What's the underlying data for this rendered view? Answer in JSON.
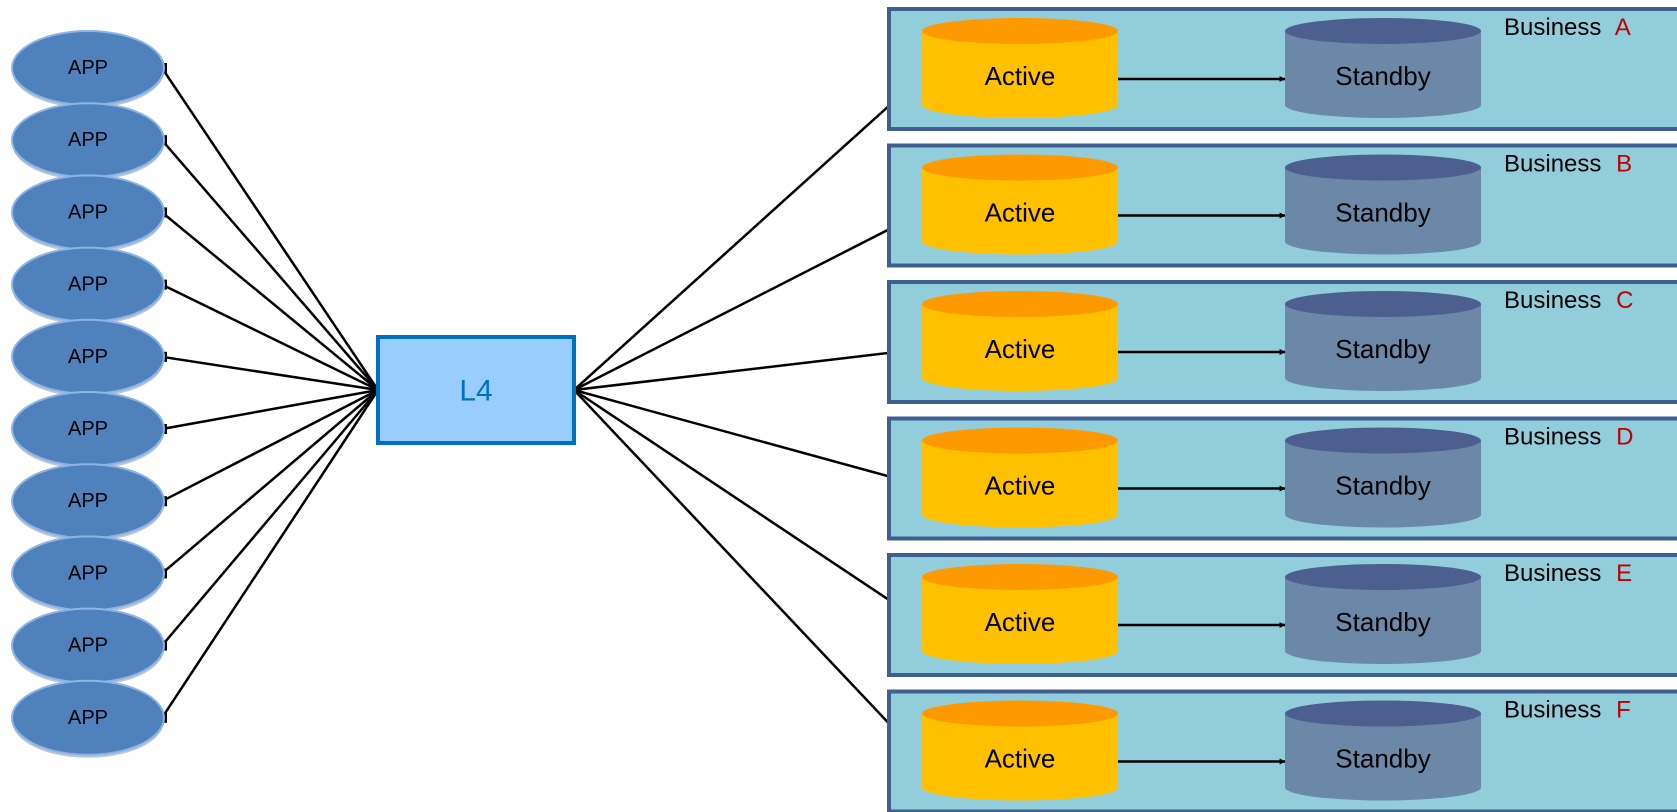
{
  "apps": [
    {
      "label": "APP"
    },
    {
      "label": "APP"
    },
    {
      "label": "APP"
    },
    {
      "label": "APP"
    },
    {
      "label": "APP"
    },
    {
      "label": "APP"
    },
    {
      "label": "APP"
    },
    {
      "label": "APP"
    },
    {
      "label": "APP"
    },
    {
      "label": "APP"
    }
  ],
  "load_balancer": {
    "label": "L4"
  },
  "businesses": [
    {
      "prefix": "Business",
      "letter": "A",
      "active": "Active",
      "standby": "Standby"
    },
    {
      "prefix": "Business",
      "letter": "B",
      "active": "Active",
      "standby": "Standby"
    },
    {
      "prefix": "Business",
      "letter": "C",
      "active": "Active",
      "standby": "Standby"
    },
    {
      "prefix": "Business",
      "letter": "D",
      "active": "Active",
      "standby": "Standby"
    },
    {
      "prefix": "Business",
      "letter": "E",
      "active": "Active",
      "standby": "Standby"
    },
    {
      "prefix": "Business",
      "letter": "F",
      "active": "Active",
      "standby": "Standby"
    }
  ],
  "colors": {
    "app_fill": "#4f81bd",
    "app_stroke": "#8eb4e3",
    "lb_fill": "#99ccff",
    "lb_stroke": "#0070c0",
    "lb_text": "#0070c0",
    "panel_fill": "#92cddc",
    "panel_stroke": "#3f5f8f",
    "active_top": "#ff9900",
    "active_body": "#ffc000",
    "standby_top": "#4c5f8f",
    "standby_body": "#6b88a8",
    "business_letter": "#c00000",
    "connector": "#000000"
  }
}
